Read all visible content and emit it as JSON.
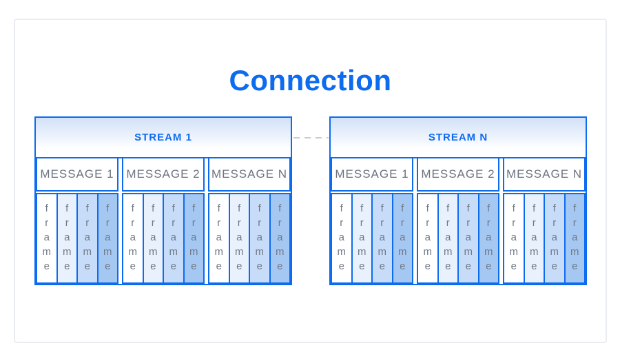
{
  "title": "Connection",
  "colors": {
    "primary_blue": "#0d6bf0",
    "card_border": "#e9edf2",
    "dash_gray": "#c6ccd6",
    "message_text_gray": "#6b7480",
    "frame_text_gray": "#6f7987",
    "header_gradient_top": "#d2e1f8",
    "frame_fills": [
      "#ffffff",
      "#e9f1fc",
      "#c7dcf8",
      "#a5c8f3"
    ]
  },
  "streams": [
    {
      "label": "STREAM 1",
      "messages": [
        {
          "label": "MESSAGE 1",
          "frames": [
            "frame",
            "frame",
            "frame",
            "frame"
          ]
        },
        {
          "label": "MESSAGE 2",
          "frames": [
            "frame",
            "frame",
            "frame",
            "frame"
          ]
        },
        {
          "label": "MESSAGE N",
          "frames": [
            "frame",
            "frame",
            "frame",
            "frame"
          ]
        }
      ]
    },
    {
      "label": "STREAM N",
      "messages": [
        {
          "label": "MESSAGE 1",
          "frames": [
            "frame",
            "frame",
            "frame",
            "frame"
          ]
        },
        {
          "label": "MESSAGE 2",
          "frames": [
            "frame",
            "frame",
            "frame",
            "frame"
          ]
        },
        {
          "label": "MESSAGE N",
          "frames": [
            "frame",
            "frame",
            "frame",
            "frame"
          ]
        }
      ]
    }
  ]
}
